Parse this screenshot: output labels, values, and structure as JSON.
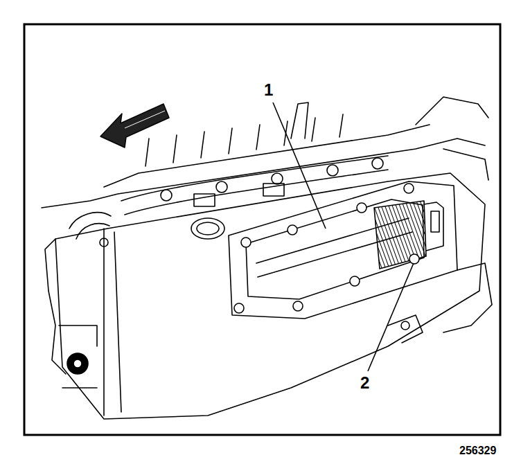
{
  "diagram": {
    "labels": [
      "1",
      "2",
      "256329"
    ]
  }
}
